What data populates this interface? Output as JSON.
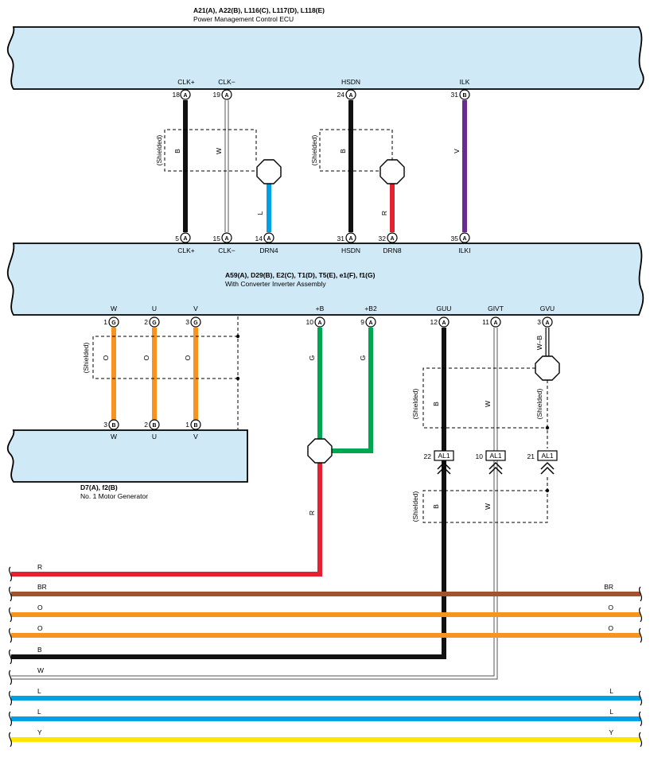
{
  "ecu": {
    "ids": "A21(A), A22(B), L116(C), L117(D), L118(E)",
    "name": "Power Management Control ECU",
    "pins": [
      {
        "label": "CLK+",
        "num": "18",
        "conn": "A"
      },
      {
        "label": "CLK−",
        "num": "19",
        "conn": "A"
      },
      {
        "label": "HSDN",
        "num": "24",
        "conn": "A"
      },
      {
        "label": "ILK",
        "num": "31",
        "conn": "B"
      }
    ]
  },
  "inverter": {
    "ids": "A59(A), D29(B), E2(C), T1(D), T5(E), e1(F), f1(G)",
    "name": "With Converter Inverter Assembly",
    "top_pins": [
      {
        "label": "CLK+",
        "num": "5",
        "conn": "A"
      },
      {
        "label": "CLK−",
        "num": "15",
        "conn": "A"
      },
      {
        "label": "DRN4",
        "num": "14",
        "conn": "A"
      },
      {
        "label": "HSDN",
        "num": "31",
        "conn": "A"
      },
      {
        "label": "DRN8",
        "num": "32",
        "conn": "A"
      },
      {
        "label": "ILKI",
        "num": "35",
        "conn": "A"
      }
    ],
    "bottom_pins": [
      {
        "label": "W",
        "num": "1",
        "conn": "G"
      },
      {
        "label": "U",
        "num": "2",
        "conn": "G"
      },
      {
        "label": "V",
        "num": "3",
        "conn": "G"
      },
      {
        "label": "+B",
        "num": "10",
        "conn": "A"
      },
      {
        "label": "+B2",
        "num": "9",
        "conn": "A"
      },
      {
        "label": "GUU",
        "num": "12",
        "conn": "A"
      },
      {
        "label": "GIVT",
        "num": "11",
        "conn": "A"
      },
      {
        "label": "GVU",
        "num": "3",
        "conn": "A"
      }
    ]
  },
  "motor": {
    "ids": "D7(A), f2(B)",
    "name": "No. 1 Motor Generator",
    "pins": [
      {
        "label": "W",
        "num": "3",
        "conn": "B"
      },
      {
        "label": "U",
        "num": "2",
        "conn": "B"
      },
      {
        "label": "V",
        "num": "1",
        "conn": "B"
      }
    ]
  },
  "wire_colors": {
    "clk_plus": "B",
    "clk_minus": "W",
    "drn4": "L",
    "hsdn": "B",
    "drn8": "R",
    "ilk": "V",
    "motor_w": "O",
    "motor_u": "O",
    "motor_v": "O",
    "plus_b": "G",
    "plus_b2": "G",
    "plus_b_out": "R",
    "guu": "B",
    "givt": "W",
    "gvu": "W–B",
    "guu_lower": "B",
    "givt_lower": "W"
  },
  "shield_label": "(Shielded)",
  "al1_connectors": [
    {
      "num": "22",
      "label": "AL1"
    },
    {
      "num": "10",
      "label": "AL1"
    },
    {
      "num": "21",
      "label": "AL1"
    }
  ],
  "bottom_wires": [
    {
      "left": "R",
      "right": "",
      "color": "#e52030"
    },
    {
      "left": "BR",
      "right": "BR",
      "color": "#a0532d"
    },
    {
      "left": "O",
      "right": "O",
      "color": "#f7931e"
    },
    {
      "left": "O",
      "right": "O",
      "color": "#f7931e"
    },
    {
      "left": "B",
      "right": "",
      "color": "#111111"
    },
    {
      "left": "W",
      "right": "",
      "color": "#ffffff"
    },
    {
      "left": "L",
      "right": "L",
      "color": "#00a0e6"
    },
    {
      "left": "L",
      "right": "L",
      "color": "#00a0e6"
    },
    {
      "left": "Y",
      "right": "Y",
      "color": "#ffe600"
    }
  ],
  "colors": {
    "component_fill": "#cfe9f6",
    "black": "#111111",
    "white_wire": "#ffffff",
    "blue": "#00a0e6",
    "red": "#e52030",
    "violet": "#6a2c91",
    "orange": "#f7931e",
    "green": "#00a651",
    "brown": "#a0532d",
    "yellow": "#ffe600"
  }
}
